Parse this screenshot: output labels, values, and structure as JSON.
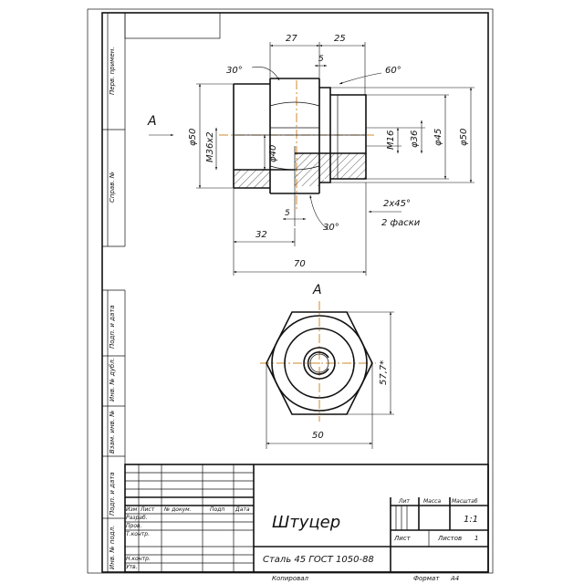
{
  "colors": {
    "line": "#111111",
    "axis": "#d08a2a",
    "hatch": "#222222",
    "paper": "#ffffff"
  },
  "front_view": {
    "dims": {
      "d27": "27",
      "d25": "25",
      "d5top": "5",
      "a30top": "30°",
      "a60": "60°",
      "phi50L": "φ50",
      "m36": "M36x2",
      "phi40": "φ40",
      "m16": "M16",
      "phi36": "φ36",
      "phi45": "φ45",
      "phi50R": "φ50",
      "chamfer": "2x45°",
      "chamfer_note": "2 фаски",
      "d5bot": "5",
      "a30bot": "30°",
      "d32": "32",
      "d70": "70"
    },
    "section_marker": "A"
  },
  "view_a": {
    "label": "A",
    "width": "50",
    "across_corners": "57,7*"
  },
  "side_labels": [
    "Перв. примен.",
    "Справ. №",
    "Подп. и дата",
    "Инв. № дубл.",
    "Взам. инв. №",
    "Подп. и дата",
    "Инв. № подл."
  ],
  "title_block": {
    "name": "Штуцер",
    "material": "Сталь 45 ГОСТ 1050-88",
    "col_izm": "Изм",
    "col_list": "Лист",
    "col_doc": "№ докум.",
    "col_sign": "Подп",
    "col_date": "Дата",
    "rows": [
      "Разраб.",
      "Пров.",
      "Т.контр.",
      "Н.контр.",
      "Утв."
    ],
    "lit": "Лит",
    "mass": "Масса",
    "scale": "Масштаб",
    "scale_value": "1:1",
    "sheet": "Лист",
    "sheets": "Листов",
    "sheets_value": "1"
  },
  "footer": {
    "copied": "Копировал",
    "format": "Формат",
    "format_value": "А4"
  }
}
